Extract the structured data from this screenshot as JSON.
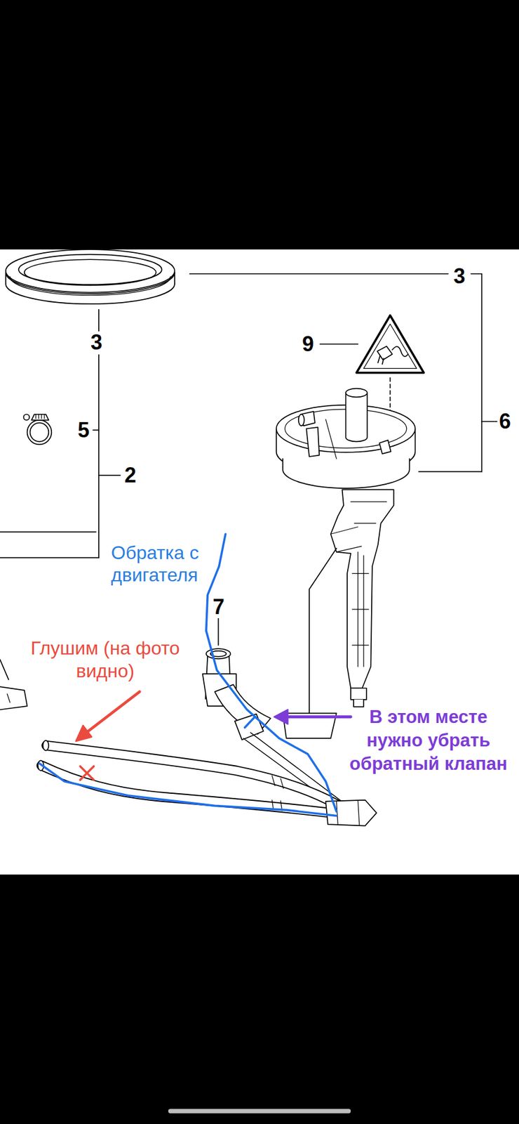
{
  "diagram": {
    "labels": [
      "3",
      "3",
      "9",
      "6",
      "5",
      "2",
      "Обратка с двигателя",
      "7",
      "Глушим (на фото видно)",
      "В этом месте нужно убрать обратный клапан"
    ]
  }
}
